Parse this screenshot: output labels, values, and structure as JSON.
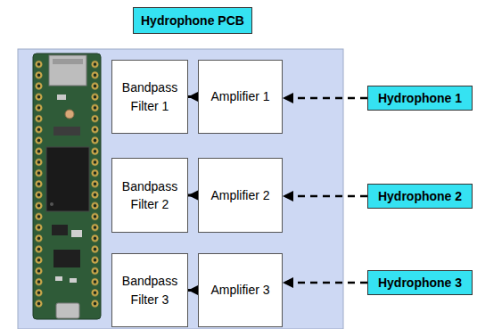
{
  "diagram": {
    "nodes": [
      {
        "text": [
          "Hydrophone PCB"
        ]
      },
      {
        "text": [
          "Bandpass Filter 1"
        ],
        "in": 0
      },
      {
        "text": [
          "Amplifier 1"
        ],
        "in": 0
      },
      {
        "text": [
          "Hydrophone 1"
        ]
      },
      {
        "text": [
          "Bandpass Filter 2"
        ],
        "in": 0
      },
      {
        "text": [
          "Amplifier 2"
        ],
        "in": 0
      },
      {
        "text": [
          "Hydrophone 2"
        ]
      },
      {
        "text": [
          "Bandpass Filter 3"
        ],
        "in": 0
      },
      {
        "text": [
          "Amplifier 3"
        ],
        "in": 0
      },
      {
        "text": [
          "Hydrophone 3"
        ]
      }
    ],
    "edges": [
      {
        "from": 2,
        "to": 1,
        "arrow": "to"
      },
      {
        "from": 3,
        "to": 2,
        "arrow": "to"
      },
      {
        "from": 5,
        "to": 4,
        "arrow": "to"
      },
      {
        "from": 6,
        "to": 5,
        "arrow": "to"
      },
      {
        "from": 8,
        "to": 7,
        "arrow": "to"
      },
      {
        "from": 9,
        "to": 8,
        "arrow": "to"
      }
    ]
  }
}
